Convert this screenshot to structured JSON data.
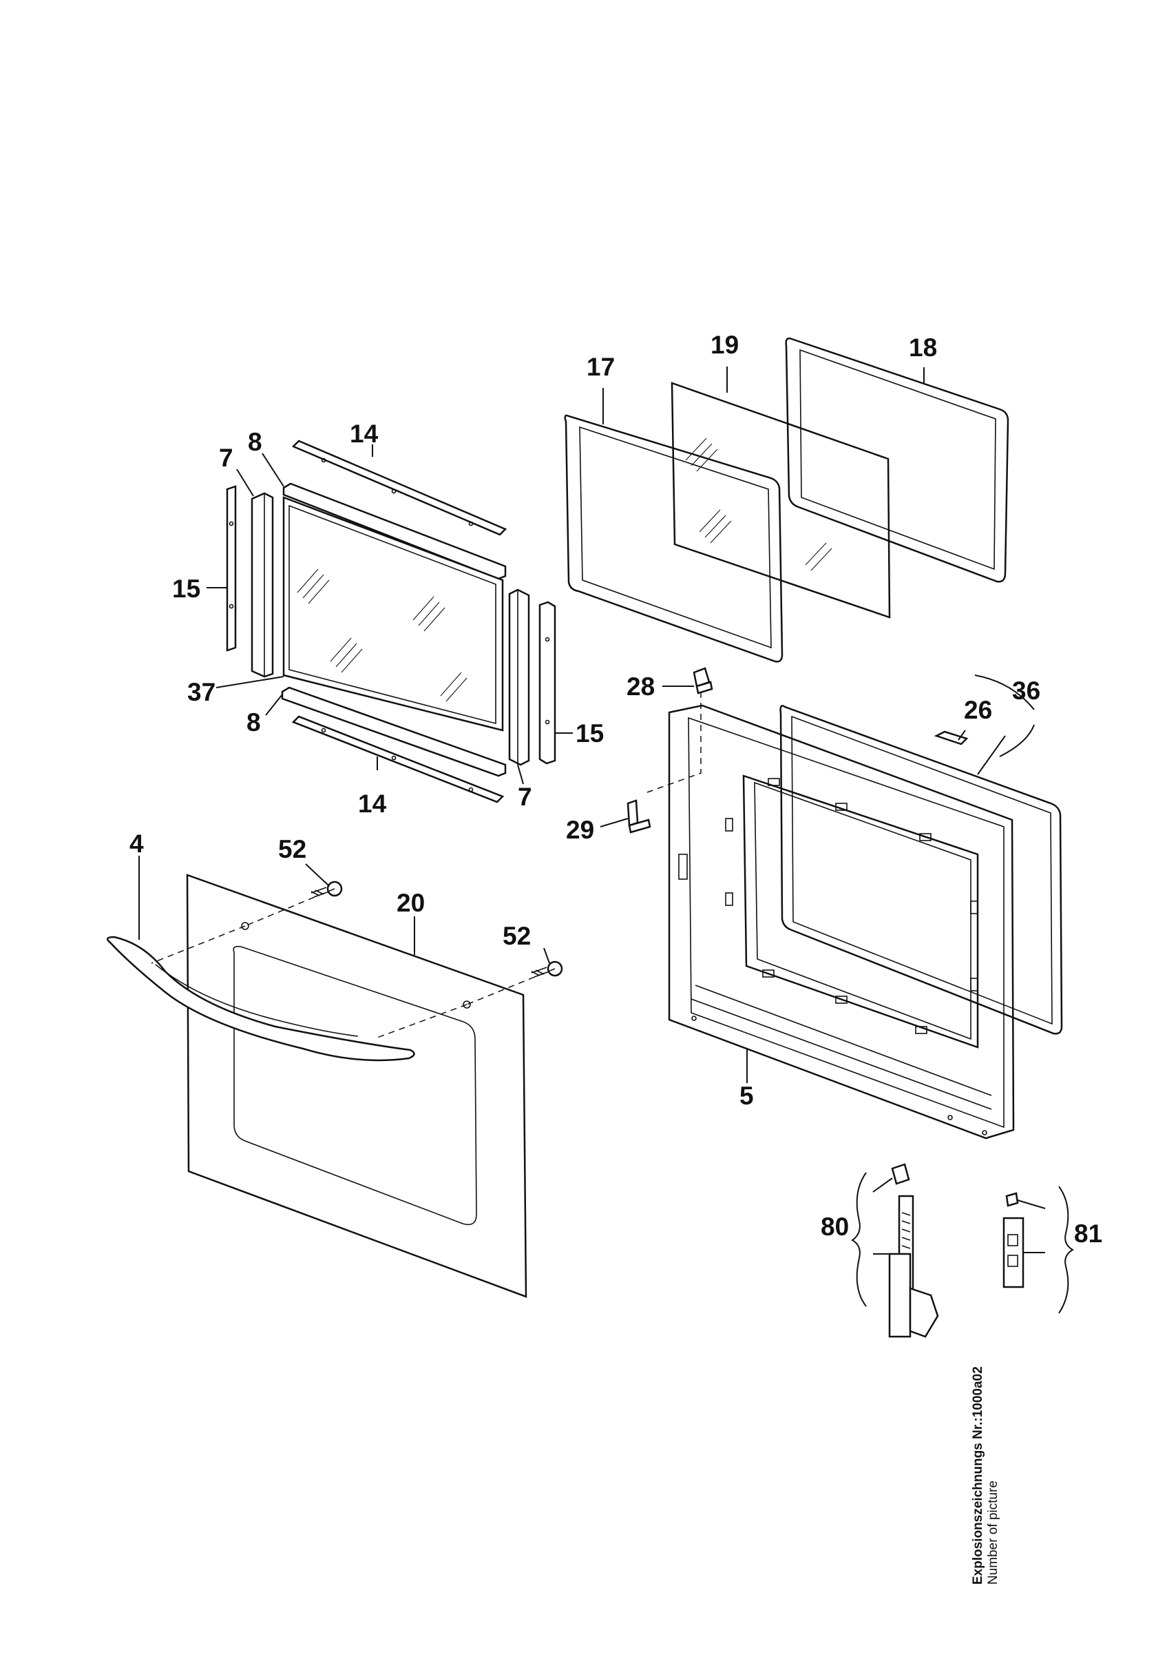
{
  "callouts": [
    {
      "id": "4",
      "text": "4"
    },
    {
      "id": "5",
      "text": "5"
    },
    {
      "id": "7a",
      "text": "7"
    },
    {
      "id": "7b",
      "text": "7"
    },
    {
      "id": "8a",
      "text": "8"
    },
    {
      "id": "8b",
      "text": "8"
    },
    {
      "id": "14a",
      "text": "14"
    },
    {
      "id": "14b",
      "text": "14"
    },
    {
      "id": "15a",
      "text": "15"
    },
    {
      "id": "15b",
      "text": "15"
    },
    {
      "id": "17",
      "text": "17"
    },
    {
      "id": "18",
      "text": "18"
    },
    {
      "id": "19",
      "text": "19"
    },
    {
      "id": "20",
      "text": "20"
    },
    {
      "id": "26",
      "text": "26"
    },
    {
      "id": "28",
      "text": "28"
    },
    {
      "id": "29",
      "text": "29"
    },
    {
      "id": "36",
      "text": "36"
    },
    {
      "id": "37",
      "text": "37"
    },
    {
      "id": "52a",
      "text": "52"
    },
    {
      "id": "52b",
      "text": "52"
    },
    {
      "id": "80",
      "text": "80"
    },
    {
      "id": "81",
      "text": "81"
    }
  ],
  "caption": {
    "line1": "Explosionszeichnungs Nr.:1000a02",
    "line2": "Number of picture"
  }
}
